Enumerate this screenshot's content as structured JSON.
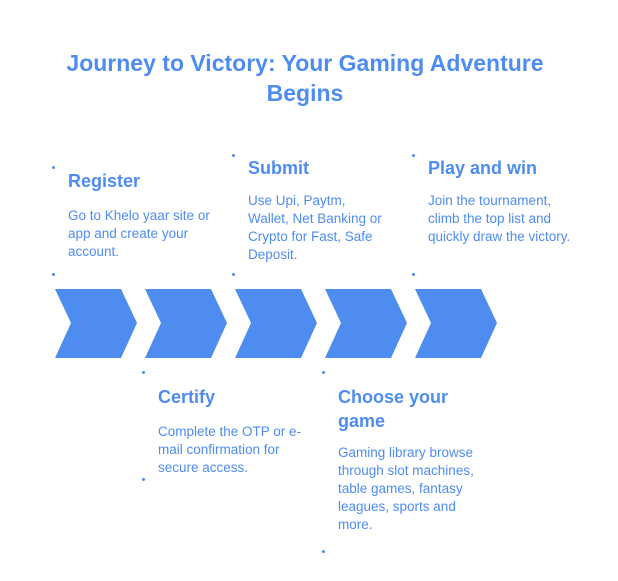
{
  "title": "Journey to Victory: Your Gaming Adventure Begins",
  "steps": [
    {
      "title": "Register",
      "description": "Go to Khelo yaar site or app and create your account."
    },
    {
      "title": "Certify",
      "description": "Complete the OTP or e-mail confirmation for secure access."
    },
    {
      "title": "Submit",
      "description": "Use Upi, Paytm, Wallet, Net Banking or Crypto for Fast, Safe Deposit."
    },
    {
      "title": "Choose your game",
      "description": "Gaming library browse through slot machines, table games, fantasy leagues, sports and more."
    },
    {
      "title": "Play and win",
      "description": "Join the tournament, climb the top list and quickly draw the victory."
    }
  ],
  "colors": {
    "accent": "#4e8cf0",
    "chevron": "#4e8cf0"
  }
}
